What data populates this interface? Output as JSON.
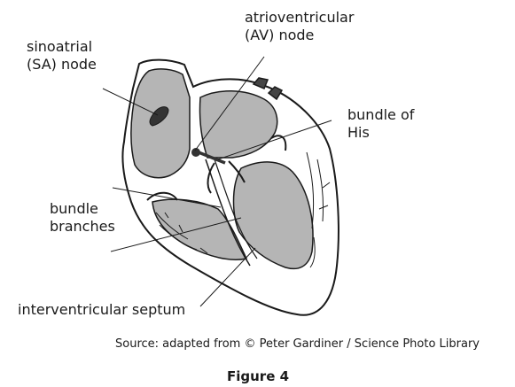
{
  "labels": {
    "sa_node": "sinoatrial\n(SA) node",
    "av_node": "atrioventricular\n(AV) node",
    "bundle_of_his": "bundle of\nHis",
    "bundle_branches": "bundle\nbranches",
    "septum": "interventricular septum"
  },
  "source": "Source: adapted from © Peter Gardiner / Science Photo Library",
  "figure_title": "Figure 4",
  "colors": {
    "chamber_fill": "#b5b5b5",
    "outline": "#1a1a1a",
    "node_fill": "#333333"
  }
}
